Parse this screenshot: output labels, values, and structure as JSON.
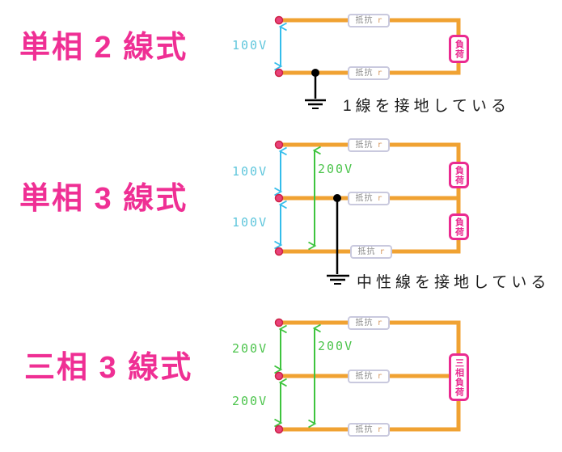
{
  "colors": {
    "wire_orange": "#F0A232",
    "accent_pink": "#EF2F94",
    "load_border_pink": "#EA2A90",
    "voltage_100_cyan": "#35BDEB",
    "voltage_200_green": "#3EC43E",
    "resistor_border": "#C9C9DE",
    "resistor_text_gray": "#8A8A8A",
    "ground_black": "#000000"
  },
  "circuits": [
    {
      "title": "単相 2 線式",
      "voltages": [
        {
          "label": "100V"
        }
      ],
      "resistors": [
        {
          "name": "抵抗",
          "symbol": "r"
        },
        {
          "name": "抵抗",
          "symbol": "r"
        }
      ],
      "loads": [
        {
          "label": "負荷"
        }
      ],
      "ground_caption": "1線を接地している"
    },
    {
      "title": "単相 3 線式",
      "voltages": [
        {
          "label": "100V"
        },
        {
          "label": "100V"
        },
        {
          "label": "200V"
        }
      ],
      "resistors": [
        {
          "name": "抵抗",
          "symbol": "r"
        },
        {
          "name": "抵抗",
          "symbol": "r"
        },
        {
          "name": "抵抗",
          "symbol": "r"
        }
      ],
      "loads": [
        {
          "label": "負荷"
        },
        {
          "label": "負荷"
        }
      ],
      "ground_caption": "中性線を接地している"
    },
    {
      "title": "三相 3 線式",
      "voltages": [
        {
          "label": "200V"
        },
        {
          "label": "200V"
        },
        {
          "label": "200V"
        }
      ],
      "resistors": [
        {
          "name": "抵抗",
          "symbol": "r"
        },
        {
          "name": "抵抗",
          "symbol": "r"
        },
        {
          "name": "抵抗",
          "symbol": "r"
        }
      ],
      "loads": [
        {
          "label": "三相負荷"
        }
      ]
    }
  ]
}
